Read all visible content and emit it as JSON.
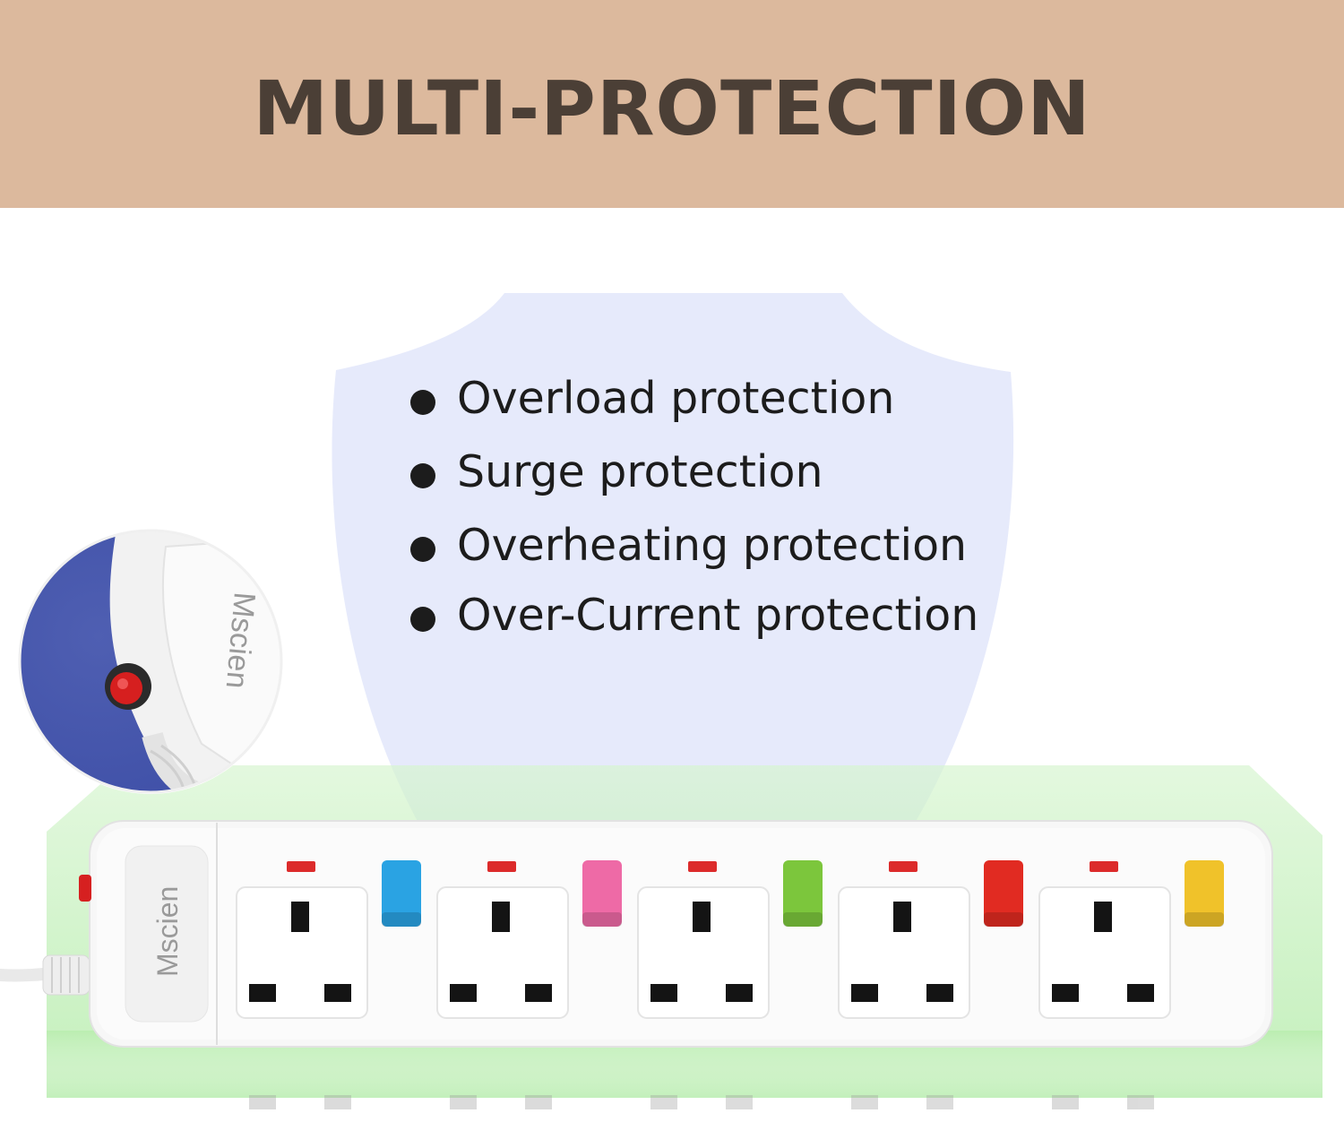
{
  "header": {
    "title": "MULTI-PROTECTION"
  },
  "features": [
    "Overload protection",
    "Surge protection",
    "Overheating protection",
    "Over-Current protection"
  ],
  "product": {
    "brand": "Mscien",
    "socket_count": 5,
    "switch_colors": [
      "#2aa3e3",
      "#ee6aa6",
      "#7cc63c",
      "#e12b22",
      "#f0c22a"
    ],
    "indicator_color": "#dc2b2b",
    "reset_button_color": "#d62020"
  },
  "colors": {
    "header_bg": "#dcb99d",
    "title": "#4b3f36",
    "shield": "#e7ebfb",
    "glow": "#c8f2c0"
  }
}
